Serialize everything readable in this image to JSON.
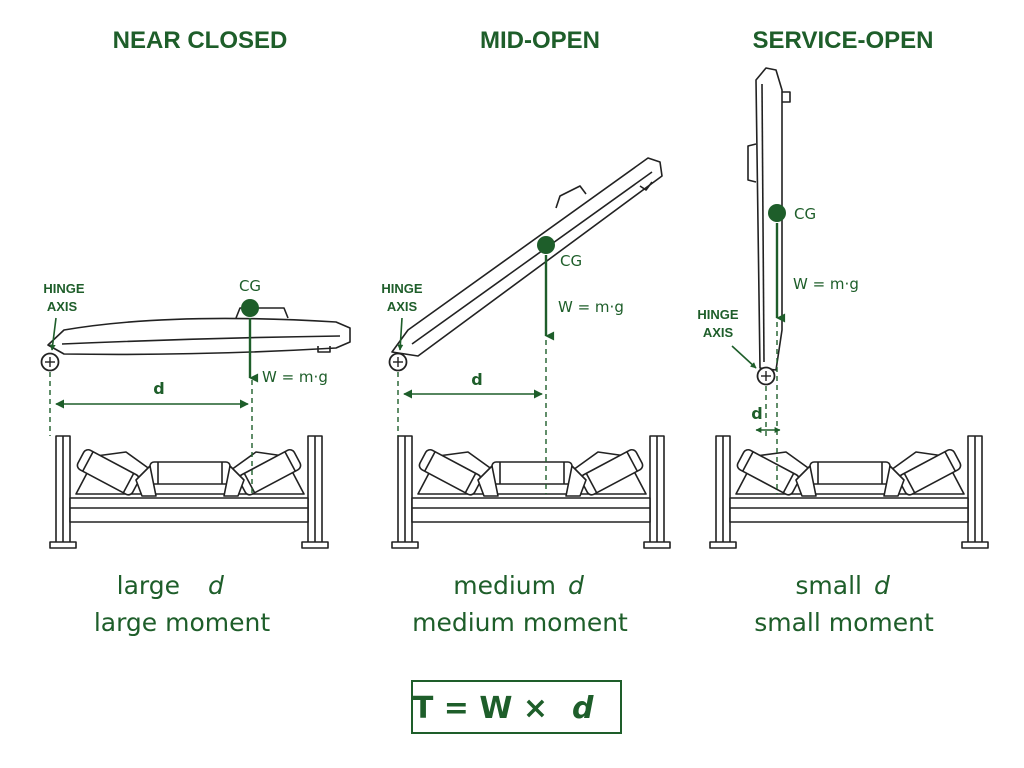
{
  "panels": [
    {
      "title": "NEAR CLOSED",
      "hinge_label_line1": "HINGE",
      "hinge_label_line2": "AXIS",
      "cg_label": "CG",
      "weight_label": "W = m·g",
      "distance_label": "d",
      "caption_word": "large",
      "caption_var": "d",
      "caption_line2": "large moment"
    },
    {
      "title": "MID-OPEN",
      "hinge_label_line1": "HINGE",
      "hinge_label_line2": "AXIS",
      "cg_label": "CG",
      "weight_label": "W = m·g",
      "distance_label": "d",
      "caption_word": "medium",
      "caption_var": "d",
      "caption_line2": "medium moment"
    },
    {
      "title": "SERVICE-OPEN",
      "hinge_label_line1": "HINGE",
      "hinge_label_line2": "AXIS",
      "cg_label": "CG",
      "weight_label": "W = m·g",
      "distance_label": "d",
      "caption_word": "small",
      "caption_var": "d",
      "caption_line2": "small moment"
    }
  ],
  "formula": {
    "lhs": "T = W ×",
    "var": "d"
  },
  "colors": {
    "accent": "#1e5e2a",
    "ink": "#222222"
  }
}
